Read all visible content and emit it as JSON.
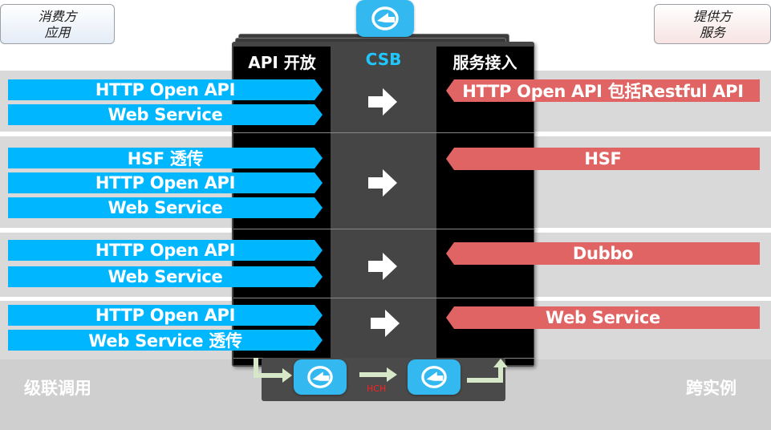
{
  "consumer_box": {
    "line1": "消费方",
    "line2": "应用"
  },
  "provider_box": {
    "line1": "提供方",
    "line2": "服务"
  },
  "columns": {
    "api_open": "API 开放",
    "csb": "CSB",
    "service_access": "服务接入"
  },
  "groups": [
    {
      "apis": [
        "HTTP Open API",
        "Web Service"
      ],
      "service": "HTTP Open API 包括Restful API"
    },
    {
      "apis": [
        "HSF 透传",
        "HTTP Open API",
        "Web Service"
      ],
      "service": "HSF"
    },
    {
      "apis": [
        "HTTP Open API",
        "Web Service"
      ],
      "service": "Dubbo"
    },
    {
      "apis": [
        "HTTP Open API",
        "Web Service 透传"
      ],
      "service": "Web Service"
    }
  ],
  "bottom": {
    "cascade_label": "级联调用",
    "cross_instance_label": "跨实例",
    "link_label": "HCH"
  },
  "colors": {
    "api_blue": "#00b7ff",
    "service_red": "#e06464",
    "csb_cyan": "#1ec8ff",
    "logo_blue": "#33b8ef"
  },
  "icons": [
    "csb-logo-icon",
    "right-arrow-icon",
    "elbow-arrow-icon"
  ]
}
